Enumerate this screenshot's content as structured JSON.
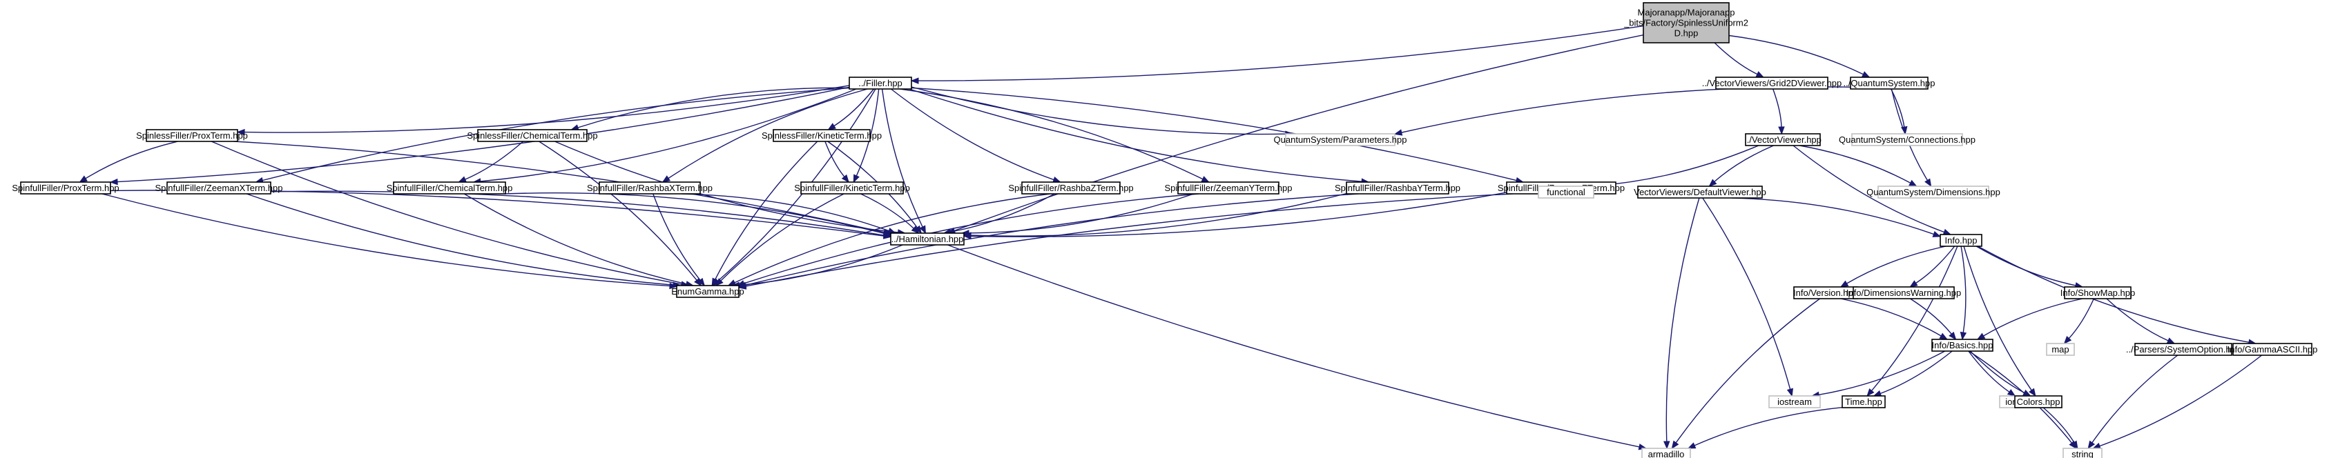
{
  "graph": {
    "nodes": [
      {
        "id": "root",
        "lines": [
          "Majoranapp/Majoranapp",
          "_bits/Factory/SpinlessUniform2",
          "D.hpp"
        ],
        "style": "root"
      },
      {
        "id": "filler",
        "lines": [
          "../Filler.hpp"
        ],
        "style": "dark"
      },
      {
        "id": "grid2d",
        "lines": [
          "../VectorViewers/Grid2DViewer.hpp"
        ],
        "style": "dark"
      },
      {
        "id": "qsys",
        "lines": [
          "../QuantumSystem.hpp"
        ],
        "style": "dark"
      },
      {
        "id": "sl_prox",
        "lines": [
          "SpinlessFiller/ProxTerm.hpp"
        ],
        "style": "dark"
      },
      {
        "id": "sl_chem",
        "lines": [
          "SpinlessFiller/ChemicalTerm.hpp"
        ],
        "style": "dark"
      },
      {
        "id": "sl_kin",
        "lines": [
          "SpinlessFiller/KineticTerm.hpp"
        ],
        "style": "dark"
      },
      {
        "id": "params",
        "lines": [
          "QuantumSystem/Parameters.hpp"
        ],
        "style": "light"
      },
      {
        "id": "connections",
        "lines": [
          "QuantumSystem/Connections.hpp"
        ],
        "style": "light"
      },
      {
        "id": "vviewer",
        "lines": [
          "../VectorViewer.hpp"
        ],
        "style": "dark"
      },
      {
        "id": "sf_prox",
        "lines": [
          "SpinfullFiller/ProxTerm.hpp"
        ],
        "style": "dark"
      },
      {
        "id": "sf_zx",
        "lines": [
          "SpinfullFiller/ZeemanXTerm.hpp"
        ],
        "style": "dark"
      },
      {
        "id": "sf_chem",
        "lines": [
          "SpinfullFiller/ChemicalTerm.hpp"
        ],
        "style": "dark"
      },
      {
        "id": "sf_rx",
        "lines": [
          "SpinfullFiller/RashbaXTerm.hpp"
        ],
        "style": "dark"
      },
      {
        "id": "sf_kin",
        "lines": [
          "SpinfullFiller/KineticTerm.hpp"
        ],
        "style": "dark"
      },
      {
        "id": "sf_rz",
        "lines": [
          "SpinfullFiller/RashbaZTerm.hpp"
        ],
        "style": "dark"
      },
      {
        "id": "sf_zy",
        "lines": [
          "SpinfullFiller/ZeemanYTerm.hpp"
        ],
        "style": "dark"
      },
      {
        "id": "sf_ry",
        "lines": [
          "SpinfullFiller/RashbaYTerm.hpp"
        ],
        "style": "dark"
      },
      {
        "id": "sf_zz",
        "lines": [
          "SpinfullFiller/ZeemanZTerm.hpp"
        ],
        "style": "dark"
      },
      {
        "id": "functional",
        "lines": [
          "functional"
        ],
        "style": "light"
      },
      {
        "id": "defviewer",
        "lines": [
          "VectorViewers/DefaultViewer.hpp"
        ],
        "style": "dark"
      },
      {
        "id": "dims",
        "lines": [
          "QuantumSystem/Dimensions.hpp"
        ],
        "style": "light"
      },
      {
        "id": "ham",
        "lines": [
          "../Hamiltonian.hpp"
        ],
        "style": "dark"
      },
      {
        "id": "info",
        "lines": [
          "Info.hpp"
        ],
        "style": "dark"
      },
      {
        "id": "egamma",
        "lines": [
          "EnumGamma.hpp"
        ],
        "style": "dark"
      },
      {
        "id": "iver",
        "lines": [
          "Info/Version.hpp"
        ],
        "style": "dark"
      },
      {
        "id": "idimw",
        "lines": [
          "Info/DimensionsWarning.hpp"
        ],
        "style": "dark"
      },
      {
        "id": "ishow",
        "lines": [
          "Info/ShowMap.hpp"
        ],
        "style": "dark"
      },
      {
        "id": "ibasics",
        "lines": [
          "Info/Basics.hpp"
        ],
        "style": "dark"
      },
      {
        "id": "map",
        "lines": [
          "map"
        ],
        "style": "light"
      },
      {
        "id": "sysopt",
        "lines": [
          "../Parsers/SystemOption.hpp"
        ],
        "style": "dark"
      },
      {
        "id": "iascii",
        "lines": [
          "Info/GammaASCII.hpp"
        ],
        "style": "dark"
      },
      {
        "id": "iostream",
        "lines": [
          "iostream"
        ],
        "style": "light"
      },
      {
        "id": "iomanip",
        "lines": [
          "iomanip"
        ],
        "style": "light"
      },
      {
        "id": "time",
        "lines": [
          "Time.hpp"
        ],
        "style": "dark"
      },
      {
        "id": "colors",
        "lines": [
          "Colors.hpp"
        ],
        "style": "dark"
      },
      {
        "id": "armadillo",
        "lines": [
          "armadillo"
        ],
        "style": "light"
      },
      {
        "id": "string",
        "lines": [
          "string"
        ],
        "style": "light"
      }
    ],
    "edges": [
      [
        "root",
        "filler"
      ],
      [
        "root",
        "grid2d"
      ],
      [
        "root",
        "qsys"
      ],
      [
        "root",
        "ham"
      ],
      [
        "filler",
        "sl_prox"
      ],
      [
        "filler",
        "sl_chem"
      ],
      [
        "filler",
        "sl_kin"
      ],
      [
        "filler",
        "params"
      ],
      [
        "filler",
        "sf_prox"
      ],
      [
        "filler",
        "sf_zx"
      ],
      [
        "filler",
        "sf_chem"
      ],
      [
        "filler",
        "sf_rx"
      ],
      [
        "filler",
        "sf_kin"
      ],
      [
        "filler",
        "sf_rz"
      ],
      [
        "filler",
        "sf_zy"
      ],
      [
        "filler",
        "sf_ry"
      ],
      [
        "filler",
        "sf_zz"
      ],
      [
        "filler",
        "ham"
      ],
      [
        "filler",
        "egamma"
      ],
      [
        "sl_prox",
        "sf_prox"
      ],
      [
        "sl_prox",
        "ham"
      ],
      [
        "sl_prox",
        "egamma"
      ],
      [
        "sl_chem",
        "sf_chem"
      ],
      [
        "sl_chem",
        "ham"
      ],
      [
        "sl_chem",
        "egamma"
      ],
      [
        "sl_kin",
        "sf_kin"
      ],
      [
        "sl_kin",
        "ham"
      ],
      [
        "sl_kin",
        "egamma"
      ],
      [
        "sf_prox",
        "ham"
      ],
      [
        "sf_prox",
        "egamma"
      ],
      [
        "sf_zx",
        "ham"
      ],
      [
        "sf_zx",
        "egamma"
      ],
      [
        "sf_chem",
        "ham"
      ],
      [
        "sf_chem",
        "egamma"
      ],
      [
        "sf_rx",
        "ham"
      ],
      [
        "sf_rx",
        "egamma"
      ],
      [
        "sf_kin",
        "ham"
      ],
      [
        "sf_kin",
        "egamma"
      ],
      [
        "sf_rz",
        "ham"
      ],
      [
        "sf_rz",
        "egamma"
      ],
      [
        "sf_zy",
        "ham"
      ],
      [
        "sf_zy",
        "egamma"
      ],
      [
        "sf_ry",
        "ham"
      ],
      [
        "sf_ry",
        "egamma"
      ],
      [
        "sf_zz",
        "ham"
      ],
      [
        "sf_zz",
        "egamma"
      ],
      [
        "ham",
        "egamma"
      ],
      [
        "ham",
        "armadillo"
      ],
      [
        "grid2d",
        "vviewer"
      ],
      [
        "qsys",
        "params"
      ],
      [
        "qsys",
        "connections"
      ],
      [
        "qsys",
        "dims"
      ],
      [
        "vviewer",
        "functional"
      ],
      [
        "vviewer",
        "defviewer"
      ],
      [
        "vviewer",
        "dims"
      ],
      [
        "vviewer",
        "info"
      ],
      [
        "defviewer",
        "info"
      ],
      [
        "defviewer",
        "armadillo"
      ],
      [
        "defviewer",
        "iostream"
      ],
      [
        "info",
        "iver"
      ],
      [
        "info",
        "idimw"
      ],
      [
        "info",
        "ishow"
      ],
      [
        "info",
        "ibasics"
      ],
      [
        "info",
        "iascii"
      ],
      [
        "info",
        "time"
      ],
      [
        "info",
        "colors"
      ],
      [
        "iver",
        "ibasics"
      ],
      [
        "iver",
        "armadillo"
      ],
      [
        "idimw",
        "ibasics"
      ],
      [
        "ishow",
        "ibasics"
      ],
      [
        "ishow",
        "map"
      ],
      [
        "ishow",
        "sysopt"
      ],
      [
        "ibasics",
        "iostream"
      ],
      [
        "ibasics",
        "iomanip"
      ],
      [
        "ibasics",
        "time"
      ],
      [
        "ibasics",
        "colors"
      ],
      [
        "ibasics",
        "string"
      ],
      [
        "sysopt",
        "string"
      ],
      [
        "iascii",
        "string"
      ],
      [
        "time",
        "armadillo"
      ],
      [
        "colors",
        "string"
      ]
    ]
  }
}
